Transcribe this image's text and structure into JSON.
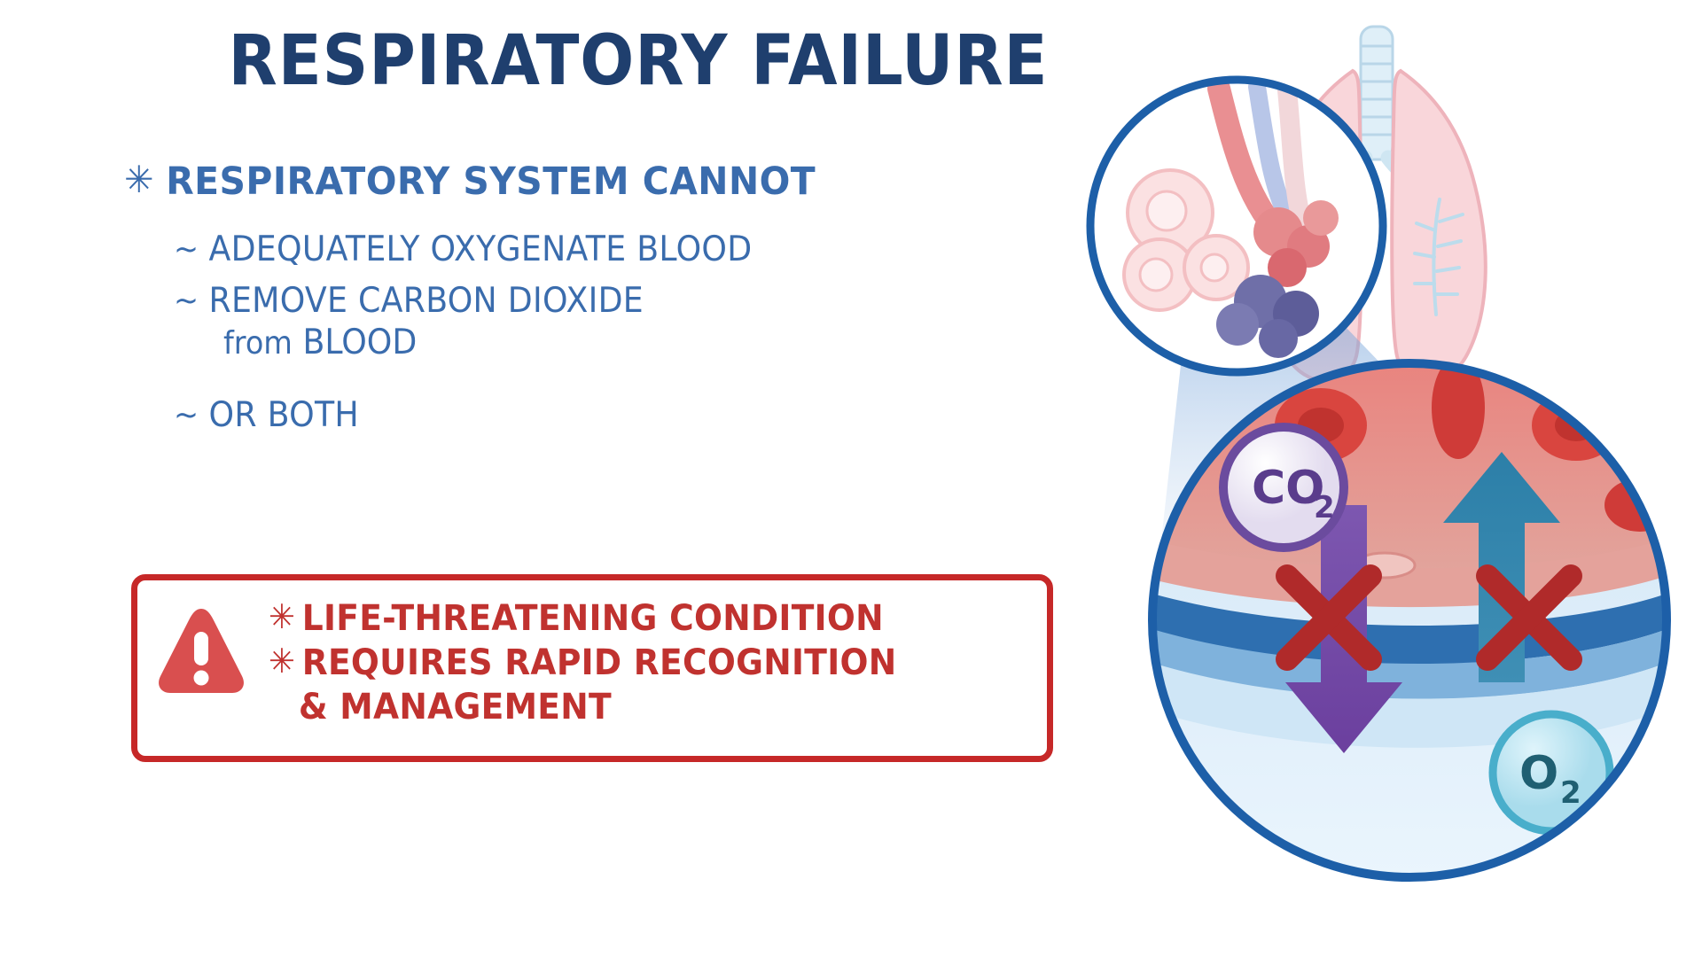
{
  "title": "RESPIRATORY FAILURE",
  "colors": {
    "title_navy": "#1f3f6e",
    "body_blue": "#3a6cad",
    "warning_red": "#c0322f",
    "box_border_red": "#c62828",
    "triangle_red": "#d94f4f",
    "co2_purple": "#6b4b9e",
    "o2_teal": "#2b7f93",
    "lung_pink": "#f6c6cd",
    "circle_outline_blue": "#1d5fa8"
  },
  "main_point": {
    "marker": "asterisk-icon",
    "marker_glyph": "✳",
    "text": "RESPIRATORY SYSTEM CANNOT"
  },
  "sub_points": [
    {
      "marker": "~",
      "text": "ADEQUATELY OXYGENATE BLOOD",
      "continuation": null
    },
    {
      "marker": "~",
      "text": "REMOVE CARBON DIOXIDE",
      "continuation_lower": "from",
      "continuation_upper": "BLOOD"
    },
    {
      "marker": "~",
      "text": "OR BOTH",
      "continuation": null
    }
  ],
  "warning_box": {
    "icon_name": "warning-triangle-icon",
    "lines": [
      {
        "marker_glyph": "✳",
        "text": "LIFE-THREATENING CONDITION"
      },
      {
        "marker_glyph": "✳",
        "text": "REQUIRES RAPID RECOGNITION"
      }
    ],
    "continuation": "& MANAGEMENT"
  },
  "illustration": {
    "name": "lungs-alveoli-gas-exchange-diagram",
    "labels": {
      "co2": "CO",
      "co2_sub": "2",
      "o2": "O",
      "o2_sub": "2"
    },
    "elements": [
      "lungs-illustration",
      "trachea-bronchi",
      "alveoli-closeup-circle",
      "capillary-gas-exchange-circle",
      "co2-molecule-bubble",
      "o2-molecule-bubble",
      "co2-blocked-arrow-down",
      "o2-blocked-arrow-up",
      "red-x-mark-left",
      "red-x-mark-right",
      "red-blood-cells"
    ]
  }
}
